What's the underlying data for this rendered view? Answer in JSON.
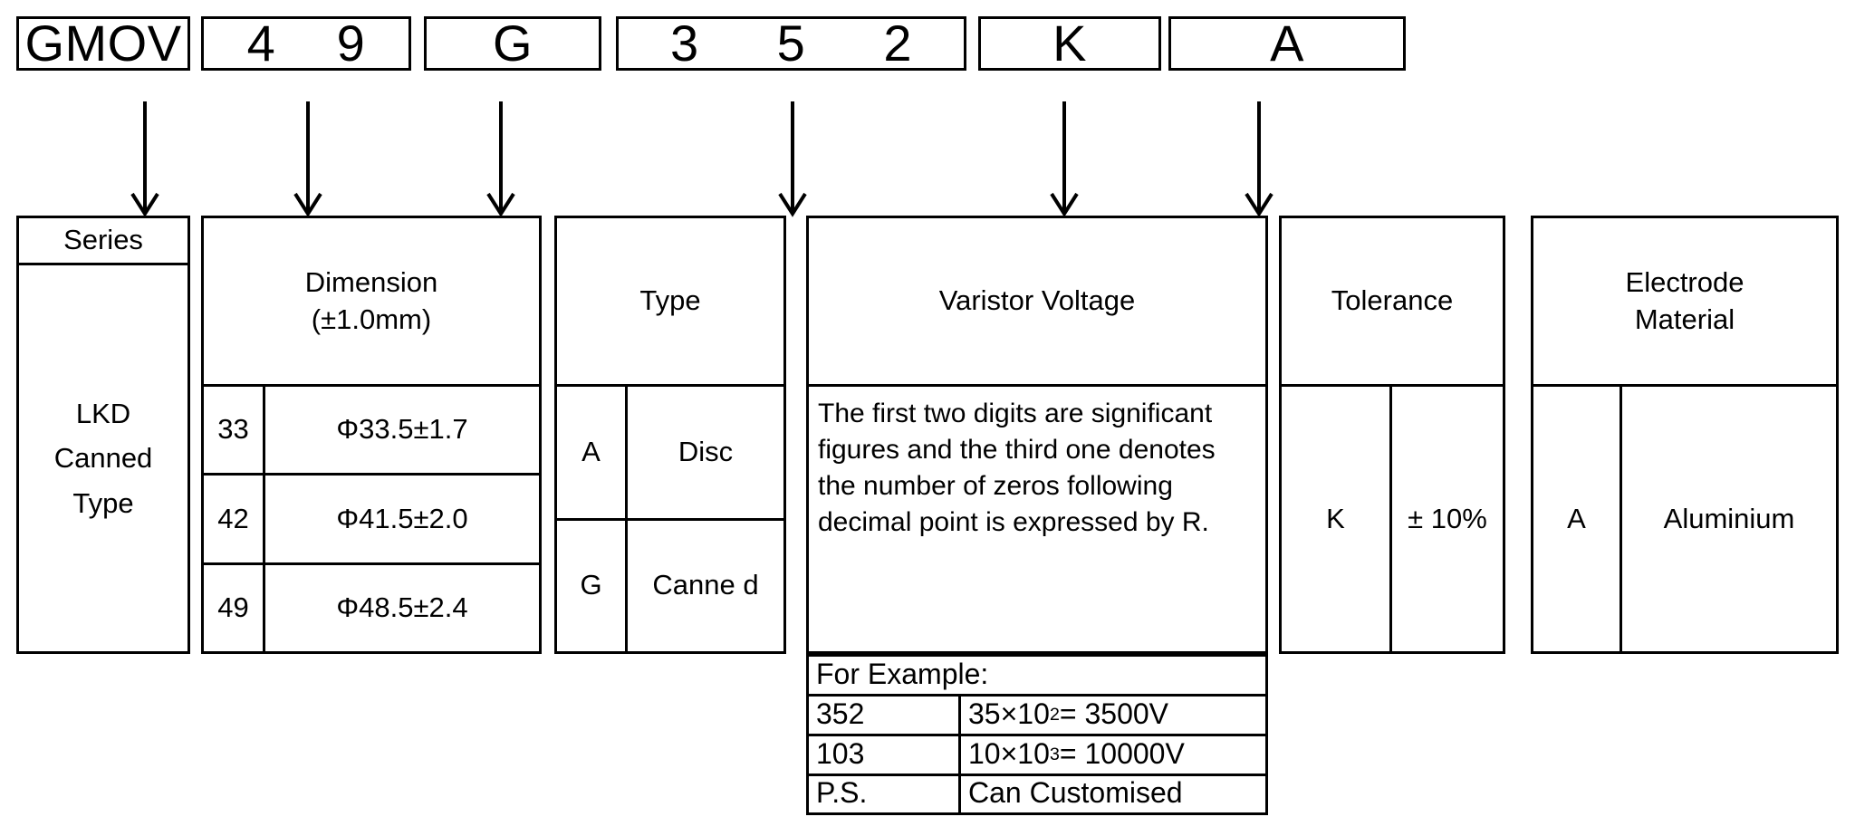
{
  "part_number": {
    "segments": [
      {
        "id": "series",
        "chars": [
          "GMOV"
        ]
      },
      {
        "id": "dimension",
        "chars": [
          "4",
          "9"
        ]
      },
      {
        "id": "type",
        "chars": [
          "G"
        ]
      },
      {
        "id": "voltage",
        "chars": [
          "3",
          "5",
          "2"
        ]
      },
      {
        "id": "tolerance",
        "chars": [
          "K"
        ]
      },
      {
        "id": "electrode",
        "chars": [
          "A"
        ]
      }
    ]
  },
  "panels": {
    "series": {
      "title": "Series",
      "value_lines": [
        "LKD",
        "Canned",
        "Type"
      ]
    },
    "dimension": {
      "title_line1": "Dimension",
      "title_line2": "(±1.0mm)",
      "rows": [
        {
          "code": "33",
          "value": "Φ33.5±1.7"
        },
        {
          "code": "42",
          "value": "Φ41.5±2.0"
        },
        {
          "code": "49",
          "value": "Φ48.5±2.4"
        }
      ]
    },
    "type": {
      "title": "Type",
      "rows": [
        {
          "code": "A",
          "value": "Disc"
        },
        {
          "code": "G",
          "value": "Canne d"
        }
      ]
    },
    "varistor": {
      "title": "Varistor Voltage",
      "note": "The first two digits are significant figures and the third one denotes the number of zeros following decimal point is expressed by R.",
      "example_label": "For Example:",
      "examples": [
        {
          "code": "352",
          "expr_base": "35×10",
          "expr_exp": "2",
          "expr_tail": " = 3500V"
        },
        {
          "code": "103",
          "expr_base": "10×10",
          "expr_exp": "3",
          "expr_tail": " = 10000V"
        }
      ],
      "ps_label": "P.S.",
      "ps_value": "Can Customised"
    },
    "tolerance": {
      "title": "Tolerance",
      "code": "K",
      "value": "± 10%"
    },
    "electrode": {
      "title_line1": "Electrode",
      "title_line2": "Material",
      "code": "A",
      "value": "Aluminium"
    }
  },
  "style": {
    "stroke": "#000000",
    "background": "#ffffff"
  }
}
